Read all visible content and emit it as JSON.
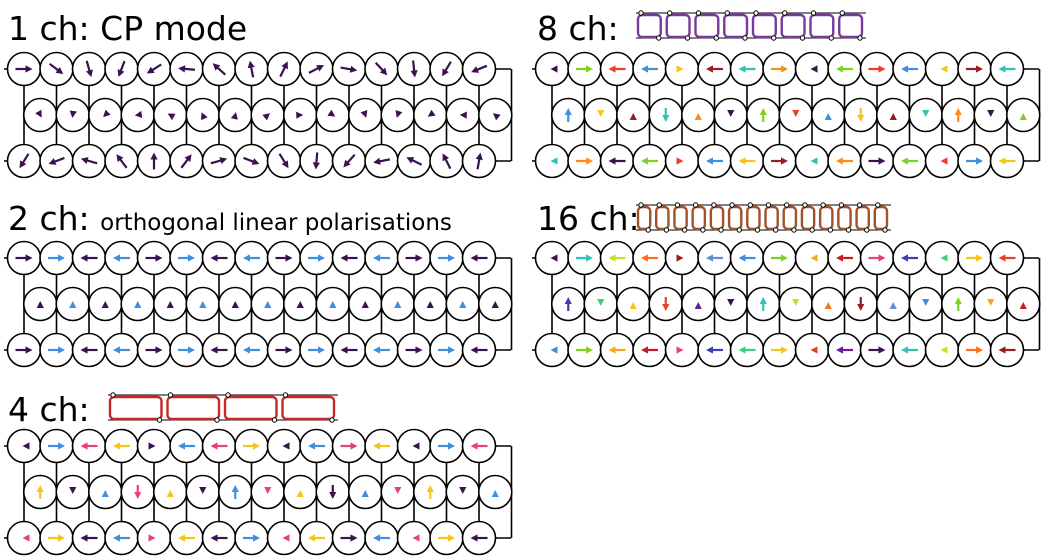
{
  "panels": [
    {
      "id": "1ch",
      "lead": "1 ch: CP mode",
      "sub": "",
      "mode": "cp",
      "palette": [
        "#3b1150"
      ]
    },
    {
      "id": "2ch",
      "lead": "2 ch: ",
      "sub": "orthogonal linear polarisations",
      "mode": "linear2",
      "palette": [
        "#3b1150",
        "#3f8fe0"
      ]
    },
    {
      "id": "4ch",
      "lead": "4 ch:",
      "sub": "",
      "mode": "multi",
      "channels": 4,
      "inset_color": "#c62828",
      "palette": [
        "#3b1150",
        "#f5c518",
        "#e8407a",
        "#3f8fe0"
      ]
    },
    {
      "id": "8ch",
      "lead": "8 ch:",
      "sub": "",
      "mode": "multi",
      "channels": 8,
      "inset_color": "#7a3a9a",
      "palette": [
        "#3b1150",
        "#3f8fe0",
        "#2ec4b6",
        "#7ed321",
        "#f5c518",
        "#ff8c1a",
        "#e8402a",
        "#9b1d20"
      ]
    },
    {
      "id": "16ch",
      "lead": "16 ch:",
      "sub": "",
      "mode": "multi",
      "channels": 16,
      "inset_color": "#a0522d",
      "palette": [
        "#3b1150",
        "#3d3db5",
        "#3f8fe0",
        "#2ec4b6",
        "#3ad17a",
        "#7ed321",
        "#c6e02a",
        "#f5c518",
        "#ffa51a",
        "#ff6f1a",
        "#e8402a",
        "#c81d25",
        "#9b1d20",
        "#6a1b9a",
        "#e8407a",
        "#5f8fd6"
      ]
    }
  ]
}
